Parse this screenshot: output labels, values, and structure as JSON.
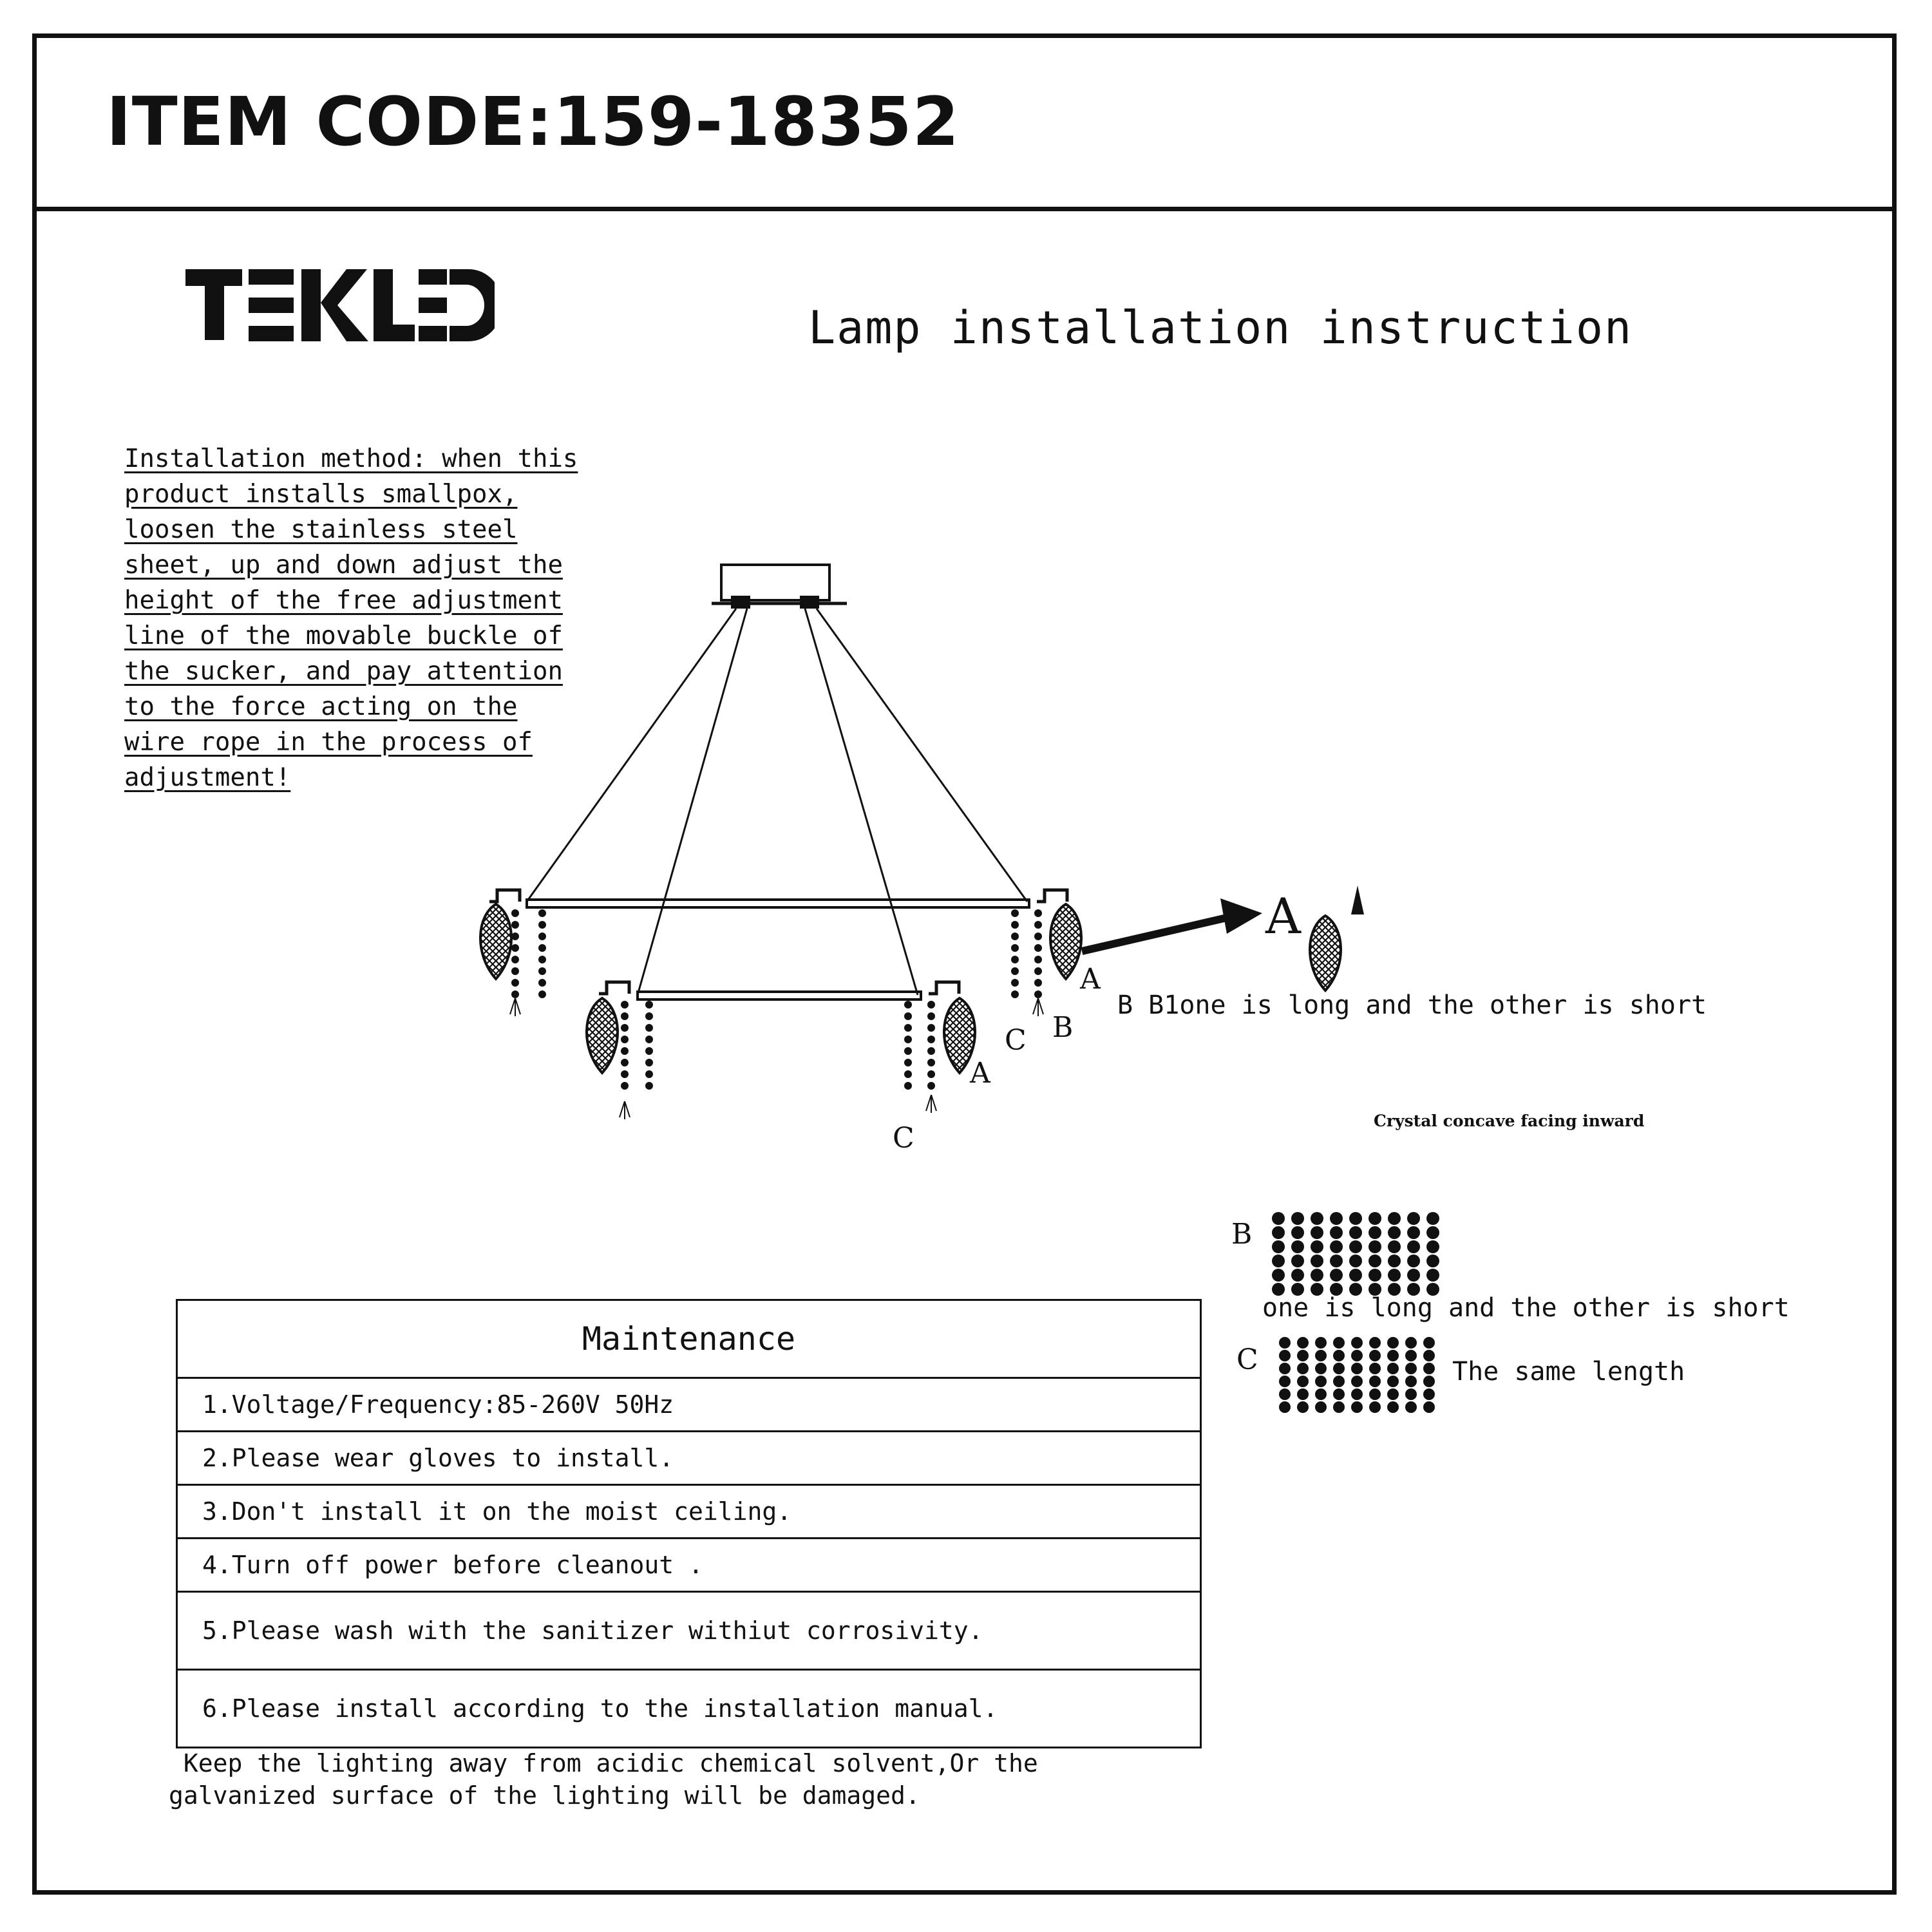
{
  "header": {
    "item_code": "ITEM CODE:159-18352"
  },
  "brand": {
    "logo_text": "TEKLED"
  },
  "title": "Lamp installation instruction",
  "install_note": [
    "Installation method: when this",
    "product installs smallpox,",
    "loosen the stainless steel",
    "sheet, up and down adjust the",
    "height of the free adjustment",
    "line of the movable buckle of",
    "the sucker, and pay attention",
    "to the force acting on the",
    "wire rope in the process of",
    "adjustment!"
  ],
  "diagram": {
    "labels": {
      "a1": "A",
      "a2": "A",
      "b1": "B",
      "c1": "C",
      "c2": "C",
      "callout_a": "A"
    },
    "b_note": "B B1one is long and the other is short",
    "crystal_note": "Crystal concave facing inward",
    "legend_b_label": "B",
    "legend_b_text": "one is long and the other is short",
    "legend_c_label": "C",
    "legend_c_text": "The same length"
  },
  "maintenance": {
    "title": "Maintenance",
    "items": [
      "1.Voltage/Frequency:85-260V 50Hz",
      "2.Please wear gloves to install.",
      "3.Don't install it on the moist ceiling.",
      "4.Turn off power before cleanout .",
      "5.Please wash with the sanitizer withiut corrosivity.",
      "6.Please install according to the installation manual."
    ]
  },
  "footer": [
    " Keep the lighting away from acidic chemical solvent,Or the",
    "galvanized surface of the lighting will be damaged."
  ]
}
